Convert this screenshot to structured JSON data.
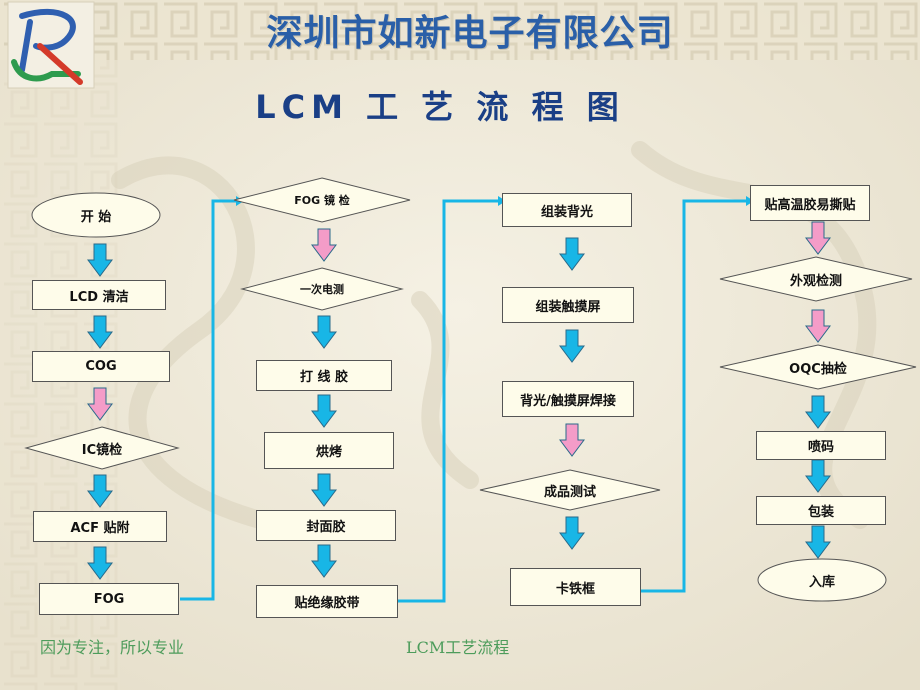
{
  "header": {
    "company": "深圳市如新电子有限公司",
    "title": "LCM 工 艺 流 程 图"
  },
  "footer": {
    "slogan": "因为专注，所以专业",
    "caption": "LCM工艺流程"
  },
  "flow": {
    "col1": {
      "start": "开  始",
      "step1": "LCD  清洁",
      "step2": "COG",
      "check": "IC镜检",
      "step3": "ACF   贴附",
      "step4": "FOG"
    },
    "col2": {
      "check1": "FOG 镜 检",
      "check2": "一次电测",
      "step1": "打 线 胶",
      "step2": "烘烤",
      "step3": "封面胶",
      "step4": "贴绝缘胶带"
    },
    "col3": {
      "step1": "组装背光",
      "step2": "组装触摸屏",
      "step3": "背光/触摸屏焊接",
      "check": "成品测试",
      "step4": "卡铁框"
    },
    "col4": {
      "step1": "贴高温胶易撕贴",
      "check1": "外观检测",
      "check2": "OQC抽检",
      "step2": "喷码",
      "step3": "包装",
      "end": "入库"
    }
  },
  "colors": {
    "company": "#2a5fa8",
    "title": "#1a3f86",
    "arrow_blue": "#18b6e6",
    "arrow_pink": "#f49cc8",
    "box_fill": "#fefcea",
    "footer": "#4d9c5b"
  }
}
